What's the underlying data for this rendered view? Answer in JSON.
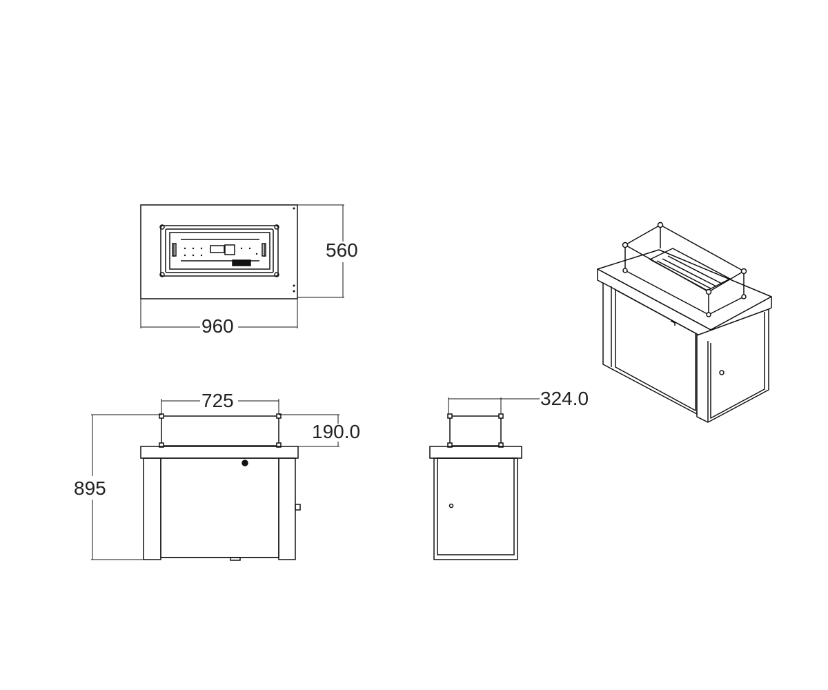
{
  "dimensions": {
    "top_width": "960",
    "top_depth": "560",
    "guard_length": "725",
    "guard_height": "190.0",
    "total_height": "895",
    "guard_width": "324.0"
  }
}
